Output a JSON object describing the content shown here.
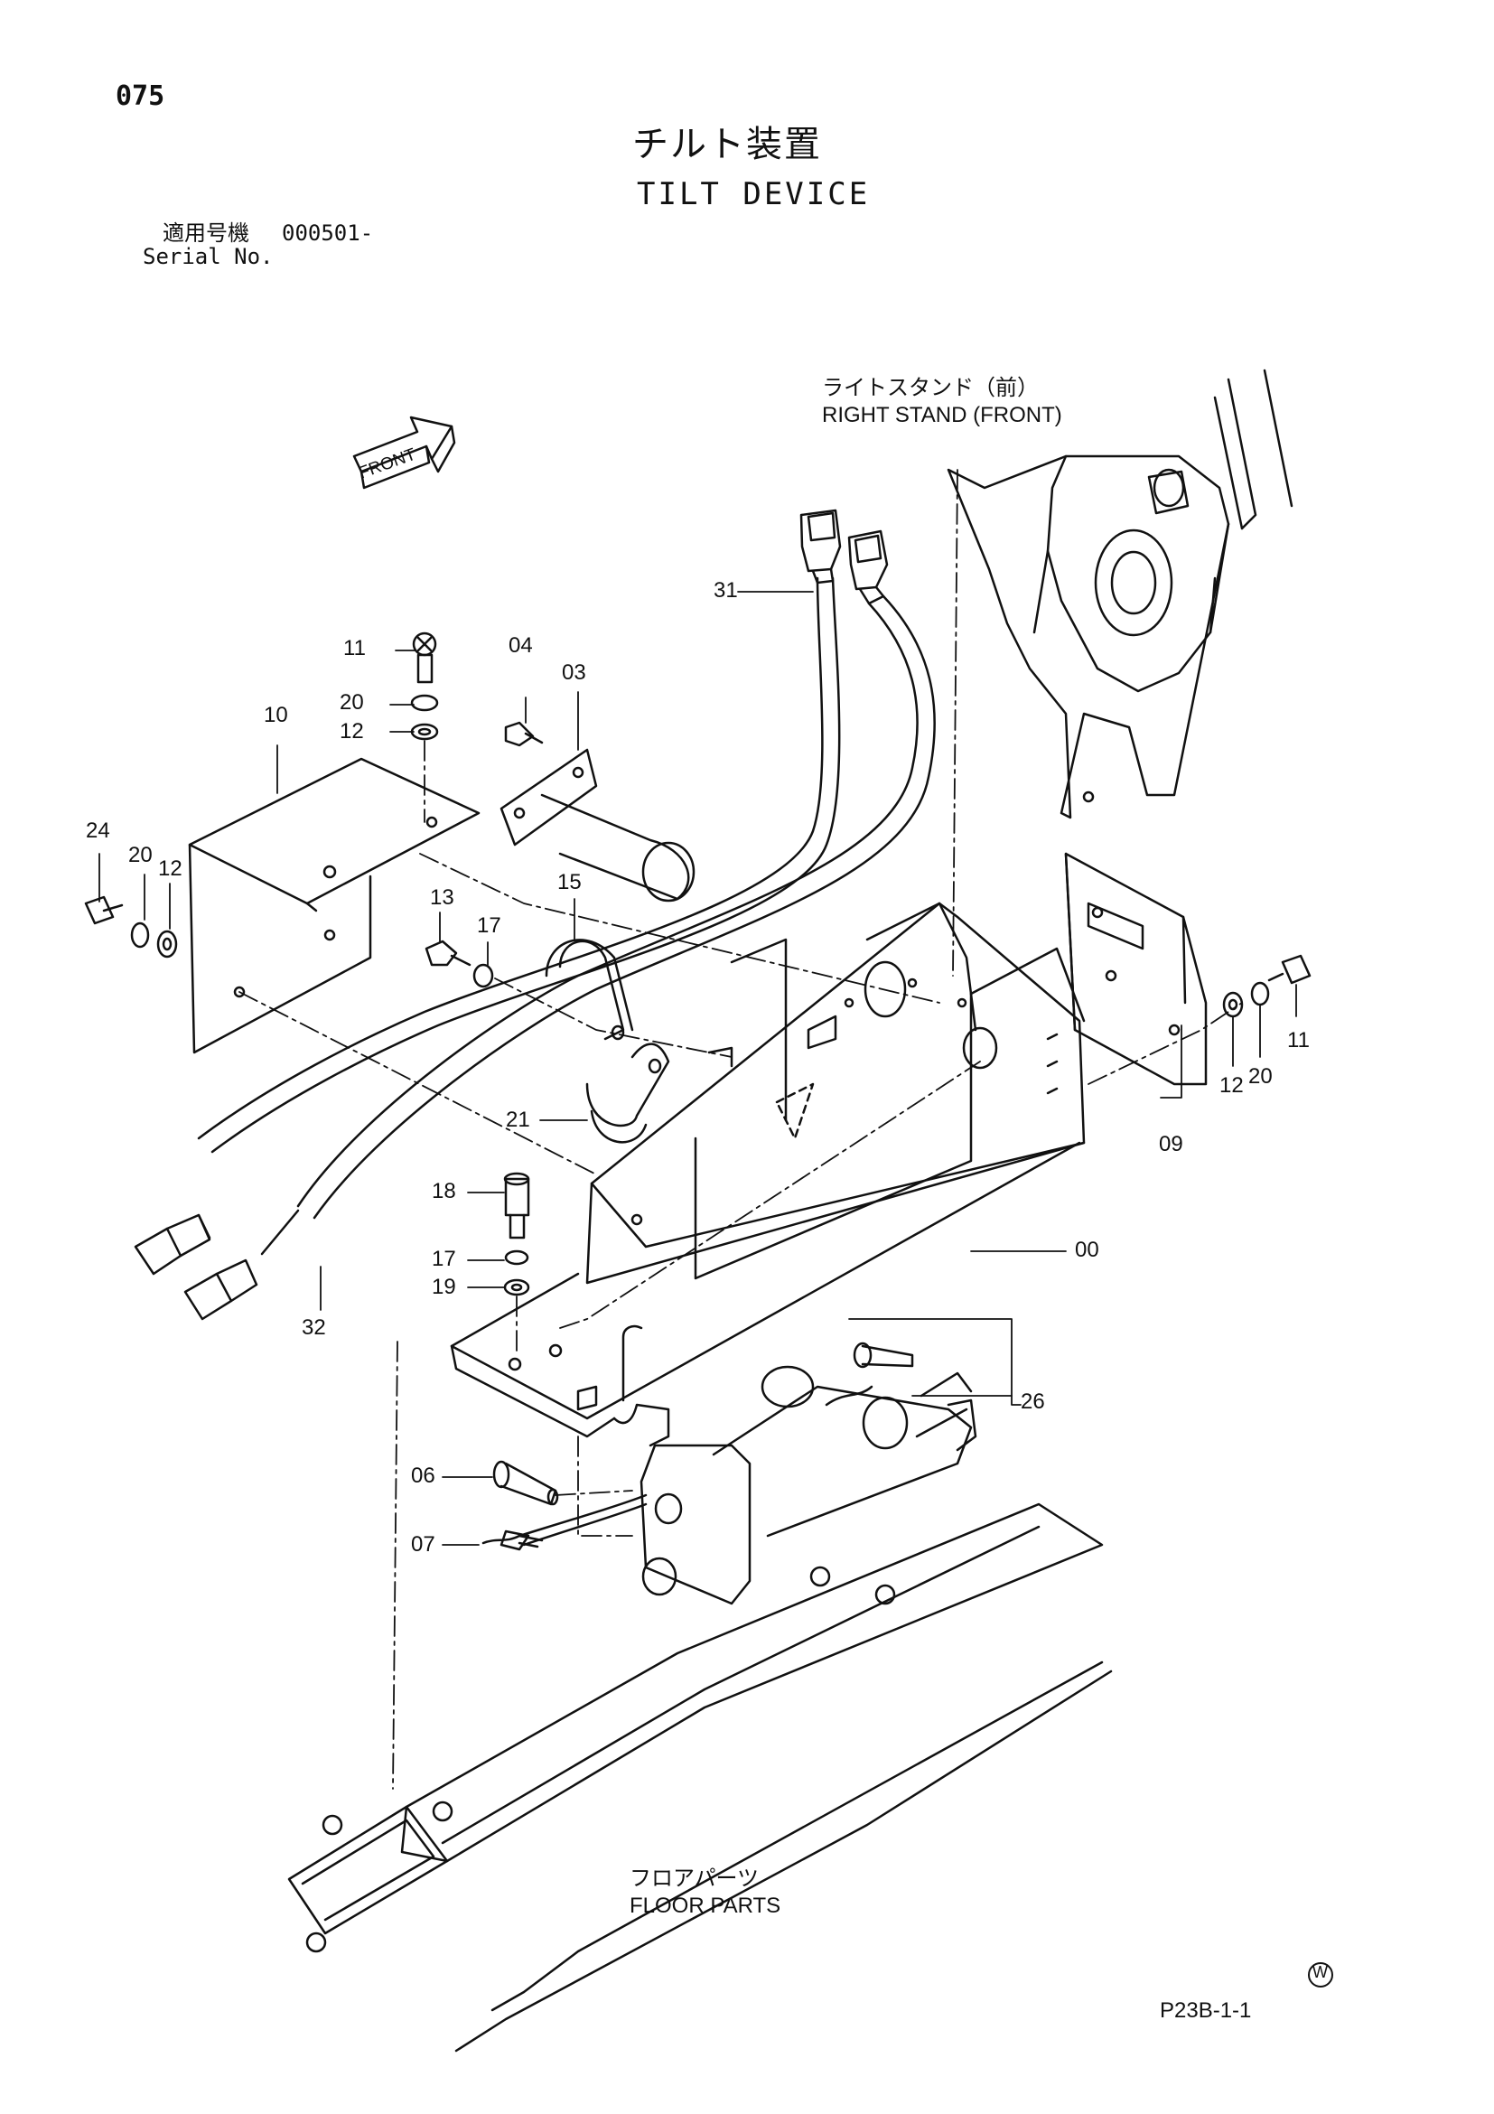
{
  "page_number": "075",
  "title_jp": "チルト装置",
  "title_en": "TILT DEVICE",
  "serial": {
    "label_jp": "適用号機",
    "value": "000501-",
    "label_en": "Serial No."
  },
  "front_label": "FRONT",
  "labels": {
    "right_stand_jp": "ライトスタンド（前）",
    "right_stand_en": "RIGHT STAND (FRONT)",
    "floor_parts_jp": "フロアパーツ",
    "floor_parts_en": "FLOOR PARTS"
  },
  "callouts": {
    "c00": "00",
    "c03": "03",
    "c04": "04",
    "c06": "06",
    "c07": "07",
    "c09": "09",
    "c10": "10",
    "c11a": "11",
    "c11b": "11",
    "c12a": "12",
    "c12b": "12",
    "c12c": "12",
    "c13": "13",
    "c15": "15",
    "c17a": "17",
    "c17b": "17",
    "c18": "18",
    "c19": "19",
    "c20a": "20",
    "c20b": "20",
    "c20c": "20",
    "c21": "21",
    "c24": "24",
    "c26": "26",
    "c31": "31",
    "c32": "32"
  },
  "mark": "W",
  "code": "P23B-1-1"
}
